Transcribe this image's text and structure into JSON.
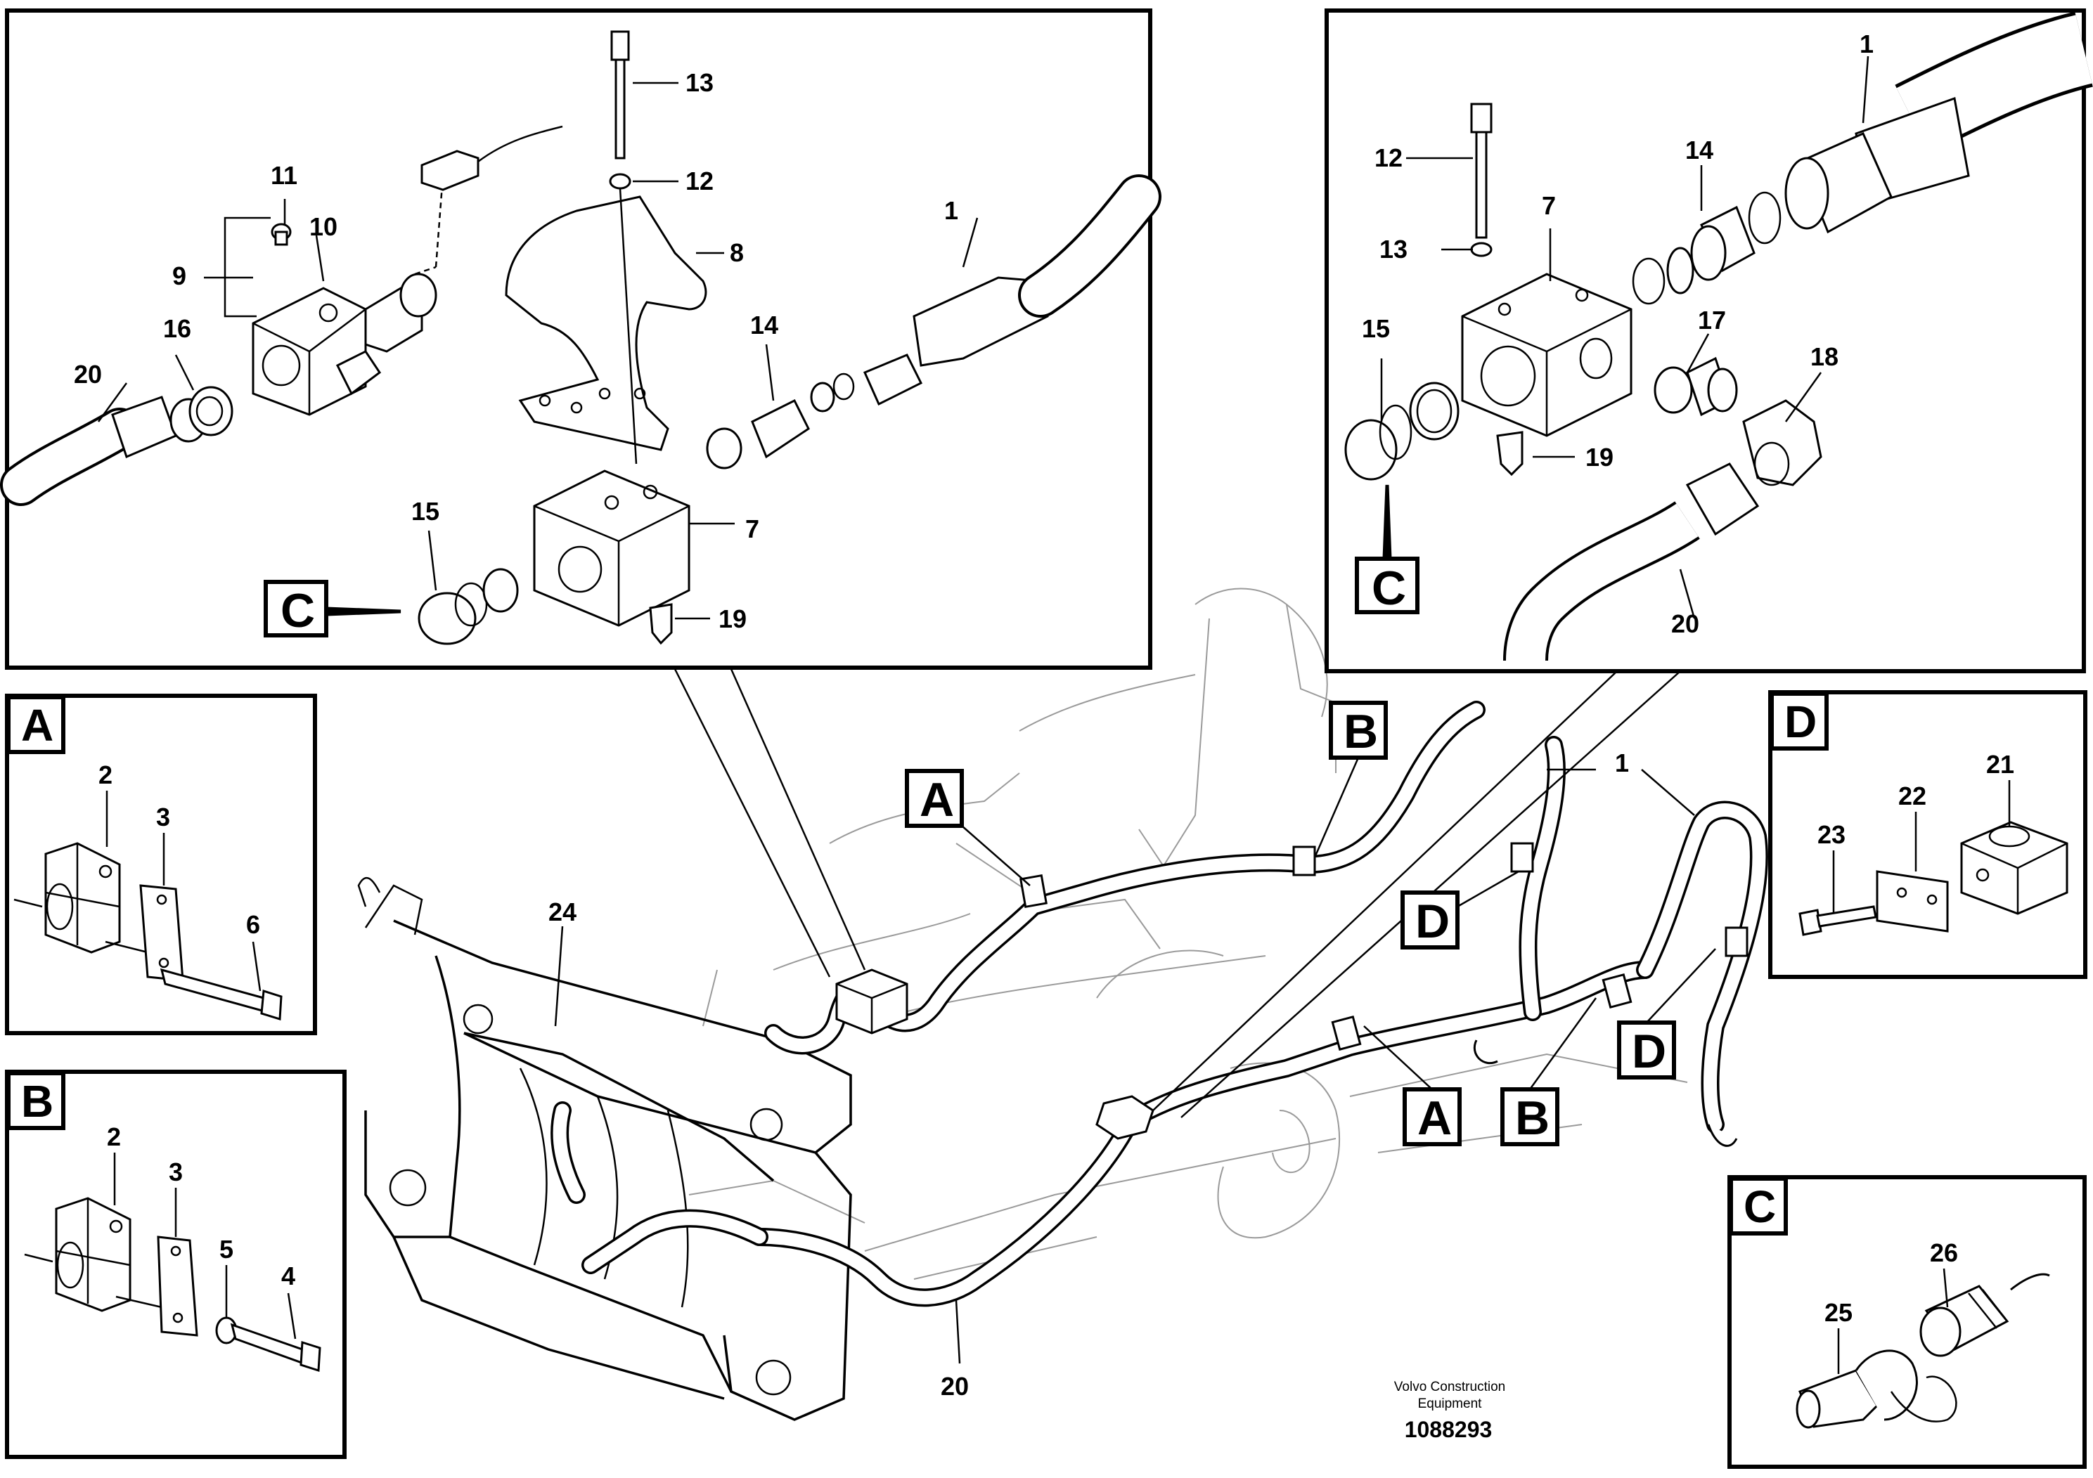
{
  "diagram": {
    "callouts": {
      "c_1": "1",
      "c_7": "7",
      "c_8": "8",
      "c_9": "9",
      "c_10": "10",
      "c_11": "11",
      "c_12": "12",
      "c_13": "13",
      "c_14": "14",
      "c_15": "15",
      "c_16": "16",
      "c_19": "19",
      "c_20": "20",
      "r_1": "1",
      "r_7": "7",
      "r_12": "12",
      "r_13": "13",
      "r_14": "14",
      "r_15": "15",
      "r_17": "17",
      "r_18": "18",
      "r_19": "19",
      "r_20": "20",
      "a_2": "2",
      "a_3": "3",
      "a_6": "6",
      "b_2": "2",
      "b_3": "3",
      "b_5": "5",
      "b_4": "4",
      "d_21": "21",
      "d_22": "22",
      "d_23": "23",
      "k_25": "25",
      "k_26": "26",
      "m_24": "24",
      "m_1": "1",
      "m_20": "20"
    },
    "labels": {
      "tl_c": "C",
      "tr_c": "C",
      "m_a1": "A",
      "m_b1": "B",
      "m_d1": "D",
      "m_a2": "A",
      "m_b2": "B",
      "m_d2": "D"
    },
    "panels": {
      "a": "A",
      "b": "B",
      "c": "C",
      "d": "D"
    },
    "caption": {
      "line1": "Volvo Construction",
      "line2": "Equipment",
      "number": "1088293"
    }
  }
}
